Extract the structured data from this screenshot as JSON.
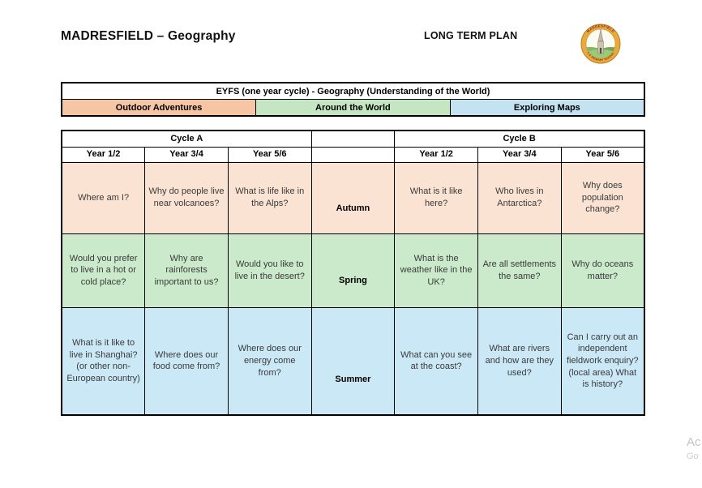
{
  "header": {
    "title": "MADRESFIELD – Geography",
    "plan_label": "LONG TERM PLAN"
  },
  "logo": {
    "arc_top_text": "MADRESFIELD",
    "arc_bottom_text": "C E PRIMARY SCHOOL",
    "ring_color": "#E9A93C",
    "arc_text_color": "#7B1F1F"
  },
  "eyfs": {
    "title": "EYFS (one year cycle) - Geography (Understanding of the World)",
    "topics": [
      {
        "label": "Outdoor Adventures",
        "color": "#F6C6A4"
      },
      {
        "label": "Around the World",
        "color": "#C4E7C2"
      },
      {
        "label": "Exploring Maps",
        "color": "#C3E3F3"
      }
    ]
  },
  "plan": {
    "cycle_a_label": "Cycle A",
    "cycle_b_label": "Cycle B",
    "year_headers": [
      "Year 1/2",
      "Year 3/4",
      "Year 5/6"
    ],
    "rows": [
      {
        "season": "Autumn",
        "color": "#FBE3D4",
        "cycle_a": [
          "Where am I?",
          "Why do people live near volcanoes?",
          "What is life like in the Alps?"
        ],
        "cycle_b": [
          "What is it like here?",
          "Who lives in Antarctica?",
          "Why does population change?"
        ]
      },
      {
        "season": "Spring",
        "color": "#CBEACB",
        "cycle_a": [
          "Would you prefer to live in a hot or cold place?",
          "Why are rainforests important to us?",
          "Would you like to live in the desert?"
        ],
        "cycle_b": [
          "What is the weather like in the UK?",
          "Are all settlements the same?",
          "Why do oceans matter?"
        ]
      },
      {
        "season": "Summer",
        "color": "#CBE8F6",
        "cycle_a": [
          "What is it like to live in Shanghai? (or other non-European country)",
          "Where does our food come from?",
          "Where does our energy come from?"
        ],
        "cycle_b": [
          "What can you see at the coast?",
          "What are rivers and how are they used?",
          "Can I carry out an independent fieldwork enquiry? (local area) What is history?"
        ]
      }
    ]
  },
  "watermark": {
    "line1": "Ac",
    "line2": "Go"
  }
}
